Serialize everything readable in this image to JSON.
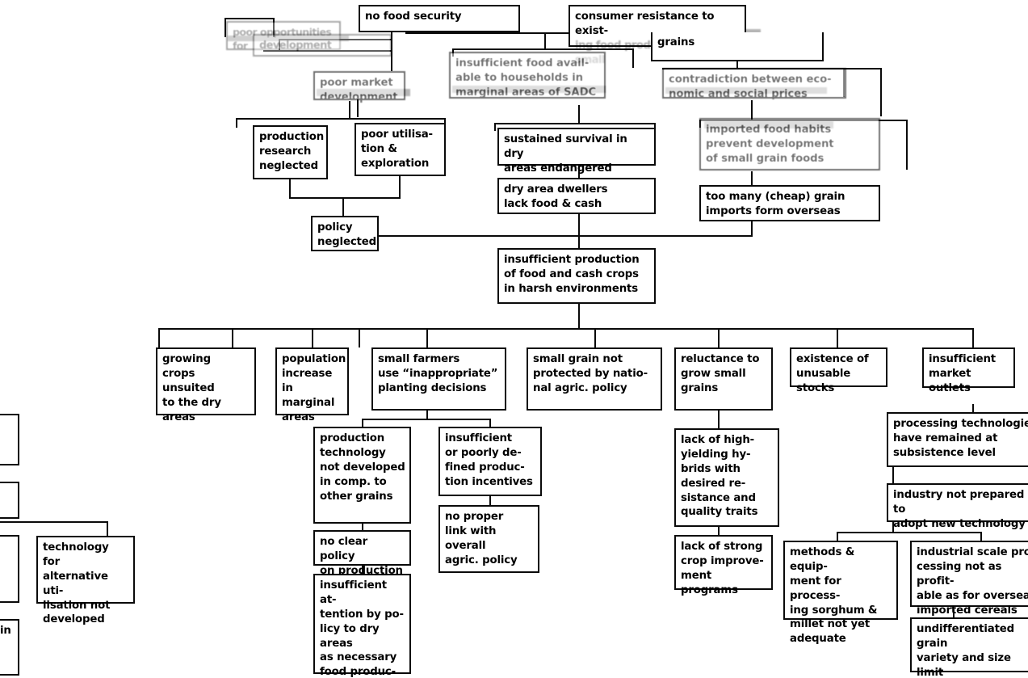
{
  "document": {
    "title": "Problem tree: insufficient production of food and cash crops in harsh environments",
    "ink_color": "#0a0a0a",
    "paper_color": "#ffffff"
  },
  "nodes": {
    "poor_opportunities": "poor opportunities for\ndevelopment",
    "no_food_security": "no food  security",
    "consumer_resistance": "consumer resistance to exist-\ning food products based on small\ngrains",
    "poor_market_development": "poor market\ndevelopment",
    "insufficient_food_available": "insufficient food avail-\nable to households in\nmarginal areas of SADC",
    "contradiction_prices": "contradiction between eco-\nnomic and social prices",
    "production_research_neglected": "production\nresearch\nneglected",
    "poor_utilisation": "poor utilisa-\ntion &\nexploration",
    "sustained_survival": "sustained survival in dry\nareas endangered",
    "imported_food_habits": "imported food habits\nprevent development\nof small grain foods",
    "dry_area_dwellers": "dry area dwellers\nlack food & cash",
    "too_many_imports": "too many (cheap) grain\nimports form overseas",
    "policy_neglected": "policy\nneglected",
    "insufficient_production": "insufficient production\n of food and cash crops\nin  harsh environments",
    "growing_crops_unsuited": "growing\ncrops unsuited\nto the dry areas",
    "population_increase": "population\nincrease in\nmarginal\nareas",
    "small_farmers": "small farmers\nuse “inappropriate”\nplanting decisions",
    "small_grain_not_protected": "small grain not\nprotected by natio-\nnal agric. policy",
    "reluctance_to_grow": "reluctance to\ngrow small\ngrains",
    "existence_unusable_stocks": "existence of\nunusable stocks",
    "insufficient_market_outlets": "insufficient\nmarket outlets",
    "production_technology": "production\ntechnology\nnot developed\nin comp. to\nother grains",
    "insufficient_incentives": "insufficient\nor poorly de-\nfined produc-\ntion incentives",
    "lack_of_hybrids": "lack of high-\nyielding hy-\nbrids with\ndesired re-\nsistance and\nquality traits",
    "processing_technologies": "processing technologies\nhave remained at\nsubsistence level",
    "no_proper_link": "no proper\nlink with\noverall\nagric. policy",
    "no_clear_policy": "no clear policy\non production",
    "industry_not_prepared": "industry not prepared to\nadopt new technology",
    "lack_crop_improvement": "lack of strong\ncrop improve-\nment programs",
    "methods_equipment": "methods & equip-\nment for process-\ning sorghum &\nmillet not yet\nadequate",
    "industrial_scale": "industrial scale pro-\ncessing not as profit-\nable as for overseas\nimported cereals",
    "insufficient_attention": "insufficient at-\ntention by po-\nlicy to dry areas\nas necessary\nfood produc-\ntion resource",
    "undifferentiated_grain": "undifferentiated grain\nvariety and size limit\nutilisation by millers",
    "technology_alternative": "technology for\nalternative uti-\nlisation not\ndeveloped",
    "left_partial_in": "in"
  }
}
